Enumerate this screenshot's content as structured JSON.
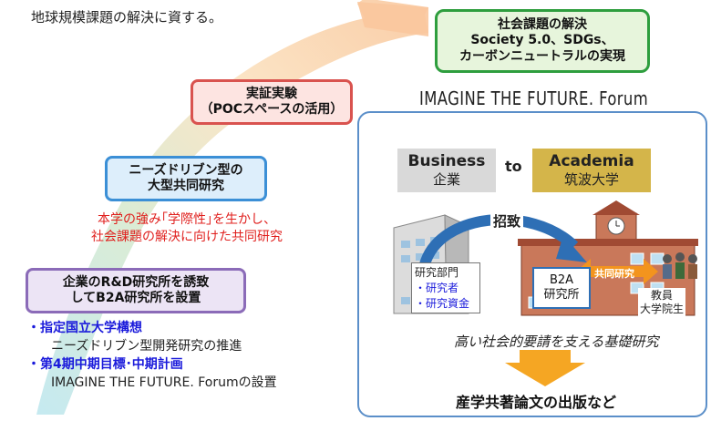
{
  "intro_text": "地球規模課題の解決に資する。",
  "goal_box": {
    "line1": "社会課題の解決",
    "line2": "Society 5.0、SDGs、",
    "line3": "カーボンニュートラルの実現"
  },
  "step3_box": {
    "line1": "実証実験",
    "line2": "（POCスペースの活用）"
  },
  "step2_box": {
    "line1": "ニーズドリブン型の",
    "line2": "大型共同研究"
  },
  "step2_note": {
    "line1": "本学の強み｢学際性｣を生かし、",
    "line2": "社会課題の解決に向けた共同研究"
  },
  "step1_box": {
    "line1": "企業のR&D研究所を誘致",
    "line2": "してB2A研究所を設置"
  },
  "bullets": [
    {
      "head": "・指定国立大学構想",
      "sub": "ニーズドリブン型開発研究の推進"
    },
    {
      "head": "・第4期中期目標･中期計画",
      "sub": "IMAGINE THE FUTURE. Forumの設置"
    }
  ],
  "forum": {
    "title": "IMAGINE THE FUTURE. Forum",
    "business_en": "Business",
    "business_jp": "企業",
    "to": "to",
    "academia_en": "Academia",
    "academia_jp": "筑波大学",
    "invite": "招致",
    "lab_dept": "研究部門",
    "lab_researchers": "・研究者",
    "lab_funds": "・研究資金",
    "b2a_line1": "B2A",
    "b2a_line2": "研究所",
    "joint": "共同研究",
    "faculty": "教員",
    "grad": "大学院生",
    "basic_research": "高い社会的要請を支える基礎研究",
    "output": "産学共著論文の出版など"
  },
  "colors": {
    "green": "#2e9e3e",
    "green_fill": "#e7f5dc",
    "red": "#d9534f",
    "red_fill": "#fde4e1",
    "blue": "#3b8fd6",
    "blue_fill": "#ddeefb",
    "purple": "#8b6bb8",
    "purple_fill": "#ece4f5",
    "forum_border": "#5b8fc9",
    "academia_fill": "#d4b54a",
    "orange": "#f5a623"
  }
}
